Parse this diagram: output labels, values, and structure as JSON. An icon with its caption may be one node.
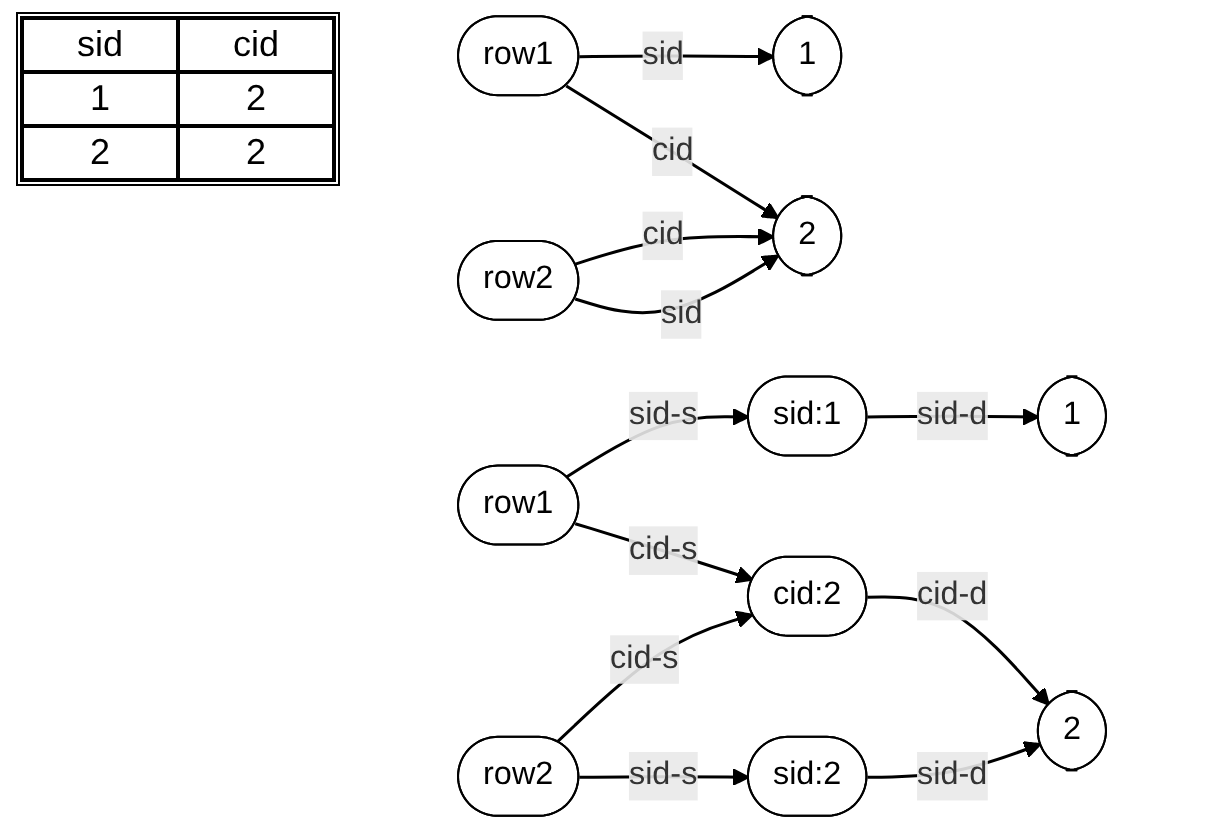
{
  "diagram": {
    "nodes": [
      {
        "text": [
          "row1"
        ]
      },
      {
        "text": [
          "1"
        ]
      },
      {
        "text": [
          "row2"
        ]
      },
      {
        "text": [
          "2"
        ]
      },
      {
        "text": [
          "sid:1"
        ]
      },
      {
        "text": [
          "1"
        ]
      },
      {
        "text": [
          "row1"
        ]
      },
      {
        "text": [
          "cid:2"
        ]
      },
      {
        "text": [
          "row2"
        ]
      },
      {
        "text": [
          "2"
        ]
      },
      {
        "text": [
          "sid:2"
        ]
      }
    ],
    "edges": [
      {
        "from": 0,
        "to": 1,
        "arrow": "to",
        "label": "sid"
      },
      {
        "from": 0,
        "to": 3,
        "arrow": "to",
        "label": "cid"
      },
      {
        "from": 2,
        "to": 3,
        "arrow": "to",
        "label": "cid"
      },
      {
        "from": 2,
        "to": 3,
        "arrow": "to",
        "label": "sid"
      },
      {
        "from": 6,
        "to": 4,
        "arrow": "to",
        "label": "sid-s"
      },
      {
        "from": 6,
        "to": 7,
        "arrow": "to",
        "label": "cid-s"
      },
      {
        "from": 8,
        "to": 7,
        "arrow": "to",
        "label": "cid-s"
      },
      {
        "from": 8,
        "to": 10,
        "arrow": "to",
        "label": "sid-s"
      },
      {
        "from": 4,
        "to": 5,
        "arrow": "to",
        "label": "sid-d"
      },
      {
        "from": 7,
        "to": 9,
        "arrow": "to",
        "label": "cid-d"
      },
      {
        "from": 10,
        "to": 9,
        "arrow": "to",
        "label": "sid-d"
      }
    ],
    "labels": [
      "sid",
      "cid",
      "1",
      "2",
      "2",
      "2"
    ]
  }
}
